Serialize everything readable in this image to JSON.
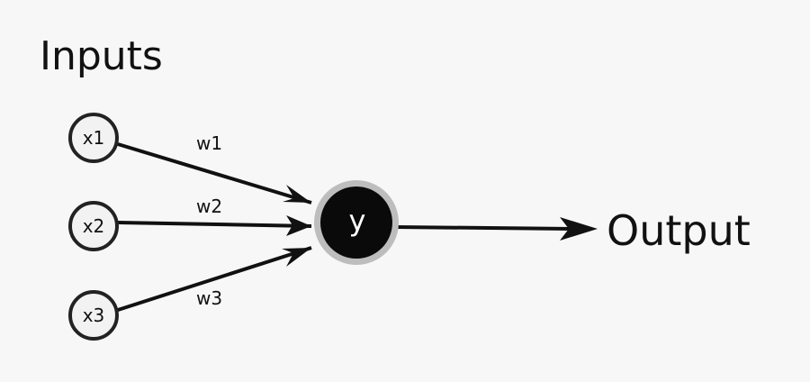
{
  "title": "Inputs",
  "output_label": "Output",
  "inputs": [
    {
      "label": "x1",
      "weight": "w1"
    },
    {
      "label": "x2",
      "weight": "w2"
    },
    {
      "label": "x3",
      "weight": "w3"
    }
  ],
  "neuron": {
    "label": "y"
  },
  "colors": {
    "background": "#f7f7f7",
    "stroke": "#111111",
    "input_fill": "#f2f2f2",
    "neuron_fill": "#0a0a0a",
    "neuron_ring": "#bdbdbd",
    "neuron_text": "#ffffff"
  }
}
